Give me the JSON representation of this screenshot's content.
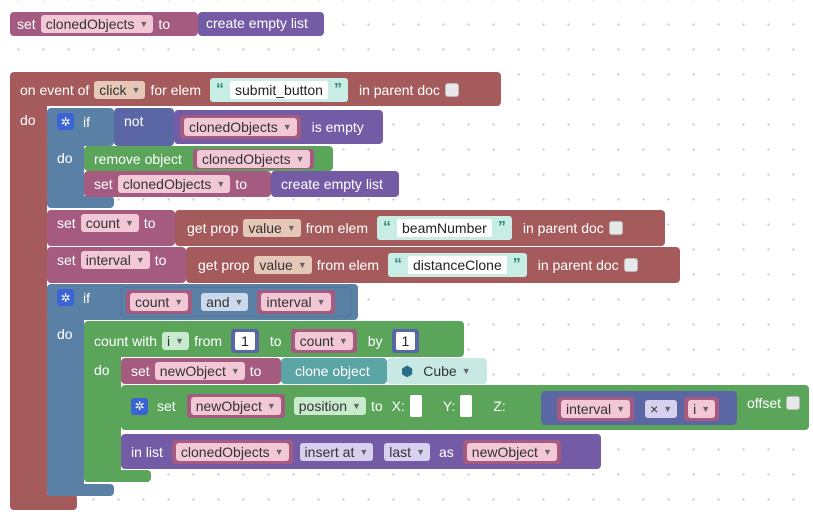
{
  "block1": {
    "set": "set",
    "var": "clonedObjects",
    "to": "to",
    "value": "create empty list"
  },
  "event": {
    "on_event_of": "on event of",
    "event": "click",
    "for_elem": "for elem",
    "elem": "submit_button",
    "in_parent_doc": "in parent doc",
    "do": "do"
  },
  "if1": {
    "if": "if",
    "not": "not",
    "var": "clonedObjects",
    "is_empty": "is empty",
    "do": "do"
  },
  "remove": {
    "label": "remove object",
    "var": "clonedObjects"
  },
  "set2": {
    "set": "set",
    "var": "clonedObjects",
    "to": "to",
    "value": "create empty list"
  },
  "setcount": {
    "set": "set",
    "var": "count",
    "to": "to",
    "get_prop": "get prop",
    "prop": "value",
    "from_elem": "from elem",
    "elem": "beamNumber",
    "in_parent_doc": "in parent doc"
  },
  "setinterval": {
    "set": "set",
    "var": "interval",
    "to": "to",
    "get_prop": "get prop",
    "prop": "value",
    "from_elem": "from elem",
    "elem": "distanceClone",
    "in_parent_doc": "in parent doc"
  },
  "if2": {
    "if": "if",
    "a": "count",
    "op": "and",
    "b": "interval",
    "do": "do"
  },
  "loop": {
    "count_with": "count with",
    "var": "i",
    "from": "from",
    "from_val": "1",
    "to": "to",
    "to_var": "count",
    "by": "by",
    "by_val": "1",
    "do": "do"
  },
  "clone": {
    "set": "set",
    "var": "newObject",
    "to": "to",
    "clone_object": "clone object",
    "obj": "Cube"
  },
  "position": {
    "set": "set",
    "var": "newObject",
    "prop": "position",
    "to": "to",
    "x": "X:",
    "y": "Y:",
    "z": "Z:",
    "a": "interval",
    "op": "×",
    "b": "i",
    "offset": "offset"
  },
  "insert": {
    "in_list": "in list",
    "list": "clonedObjects",
    "insert_at": "insert at",
    "where": "last",
    "as": "as",
    "var": "newObject"
  }
}
